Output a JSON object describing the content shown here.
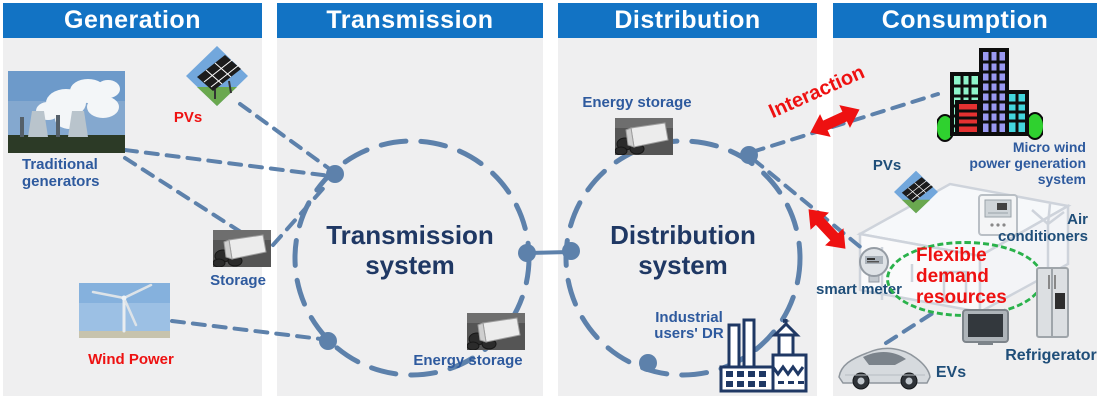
{
  "colors": {
    "header_blue": "#1273c4",
    "panel_gray": "#efeff0",
    "line_steel_blue": "#5d81ab",
    "title_navy": "#1f3864",
    "label_blue": "#2e5a9e",
    "label_navy": "#1f4e79",
    "accent_red": "#ee1111",
    "ellipse_green": "#2ab24b"
  },
  "columns": {
    "generation": "Generation",
    "transmission": "Transmission",
    "distribution": "Distribution",
    "consumption": "Consumption"
  },
  "generation": {
    "traditional_lines": [
      "Traditional",
      "generators"
    ],
    "pvs_label": "PVs",
    "storage_label": "Storage",
    "wind_label": "Wind Power"
  },
  "transmission": {
    "system_lines": [
      "Transmission",
      "system"
    ],
    "energy_storage_label": "Energy storage"
  },
  "distribution": {
    "system_lines": [
      "Distribution",
      "system"
    ],
    "energy_storage_label": "Energy storage",
    "industrial_lines": [
      "Industrial",
      "users' DR"
    ]
  },
  "consumption": {
    "interaction_label": "Interaction",
    "micro_wind_lines": [
      "Micro wind",
      "power generation",
      "system"
    ],
    "pvs_label": "PVs",
    "smart_meter_label": "smart meter",
    "air_conditioner_lines": [
      "Air",
      "conditioners"
    ],
    "flexible_lines": [
      "Flexible",
      "demand",
      "resources"
    ],
    "refrigerator_label": "Refrigerator",
    "evs_label": "EVs"
  }
}
